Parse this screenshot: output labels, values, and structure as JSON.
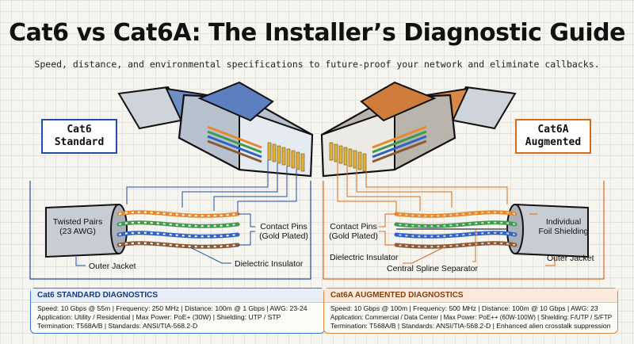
{
  "title": "Cat6 vs Cat6A: The Installer’s Diagnostic Guide",
  "subtitle": "Speed, distance, and environmental specifications to future-proof your network and eliminate callbacks.",
  "tags": {
    "cat6": [
      "Cat6",
      "Standard"
    ],
    "cat6a": [
      "Cat6A",
      "Augmented"
    ]
  },
  "labels_left": {
    "twisted_pairs": [
      "Twisted Pairs",
      "(23 AWG)"
    ],
    "contact_pins": [
      "Contact Pins",
      "(Gold Plated)"
    ],
    "outer_jacket": "Outer Jacket",
    "dielectric_insulator": "Dielectric Insulator"
  },
  "labels_right": {
    "contact_pins": [
      "Contact Pins",
      "(Gold Plated)"
    ],
    "foil_shielding": [
      "Individual",
      "Foil Shielding"
    ],
    "dielectric_insulator": "Dielectric Insulator",
    "spline_separator": "Central Spline Separator",
    "outer_jacket": "Outer Jacket"
  },
  "diagnostics": {
    "cat6": {
      "heading": "Cat6 STANDARD DIAGNOSTICS",
      "rows": [
        "Speed: 10 Gbps @ 55m  |  Frequency: 250 MHz  |  Distance: 100m @ 1 Gbps  |  AWG: 23-24",
        "Application: Utility / Residential  |  Max Power: PoE+ (30W)  |  Shielding: UTP / STP",
        "Termination: T568A/B  |  Standards: ANSI/TIA-568.2-D"
      ]
    },
    "cat6a": {
      "heading": "Cat6A AUGMENTED DIAGNOSTICS",
      "rows": [
        "Speed: 10 Gbps @ 100m  |  Frequency: 500 MHz  |  Distance: 100m @ 10 Gbps  |  AWG: 23",
        "Application: Commercial / Data Center | Max Power: PoE++ (60W-100W)  |  Shielding: F/UTP / S/FTP",
        "Termination: T568A/B  |  Standards: ANSI/TIA-568.2-D  |  Enhanced alien crosstalk suppression"
      ]
    }
  },
  "colors": {
    "cat6_accent": "#1f4fa6",
    "cat6a_accent": "#d86a1c",
    "pair_orange": "#e58a2c",
    "pair_green": "#3f9a4e",
    "pair_blue": "#2f63c8",
    "pair_brown": "#8a5a34"
  }
}
